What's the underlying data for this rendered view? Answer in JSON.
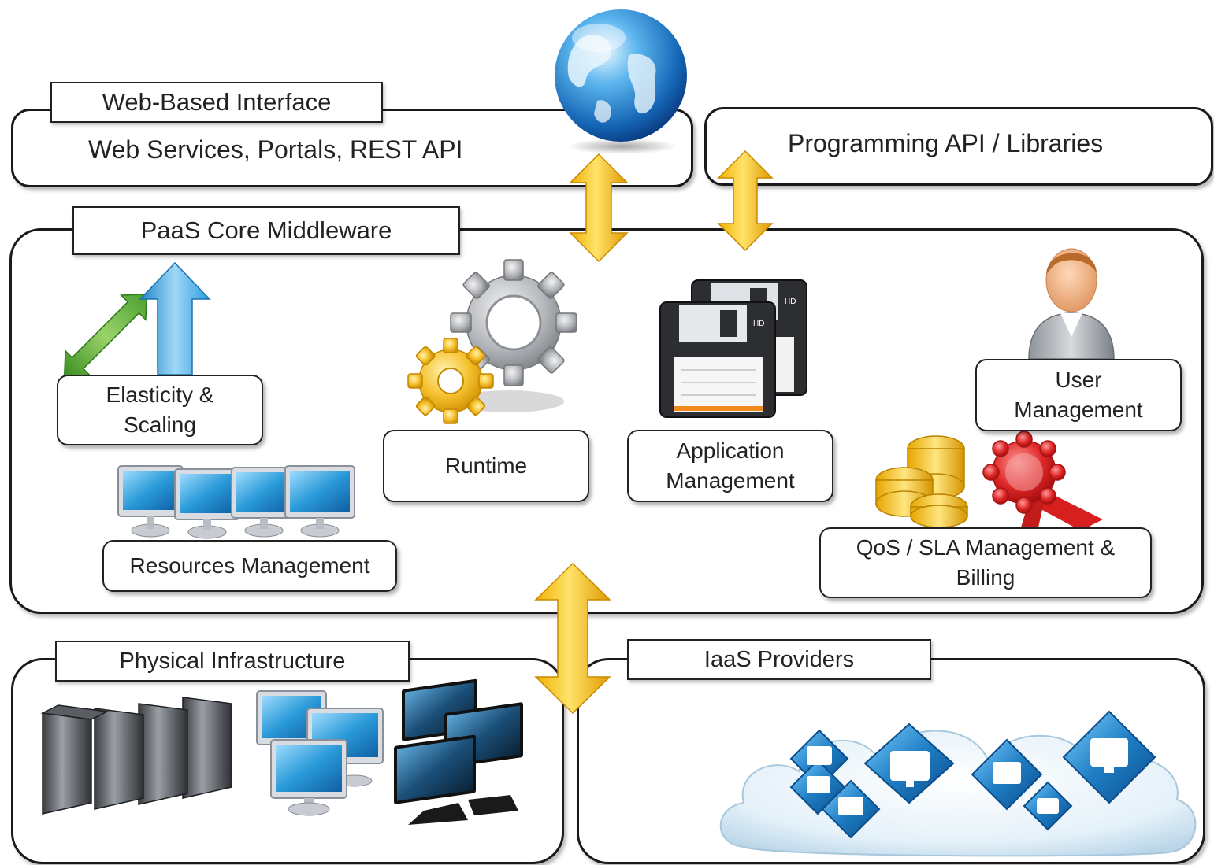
{
  "web_layer": {
    "tab_label": "Web-Based Interface",
    "services_text": "Web Services, Portals, REST API"
  },
  "programming_layer": {
    "text": "Programming API / Libraries"
  },
  "core": {
    "tab_label": "PaaS Core Middleware",
    "components": {
      "elasticity": "Elasticity & Scaling",
      "resources": "Resources Management",
      "runtime": "Runtime",
      "application": "Application Management",
      "user": "User Management",
      "qos": "QoS / SLA Management & Billing"
    }
  },
  "physical": {
    "tab_label": "Physical Infrastructure"
  },
  "iaas": {
    "tab_label": "IaaS Providers"
  },
  "icons": [
    "globe-icon",
    "double-arrow-icon",
    "elasticity-arrows-icon",
    "monitors-icon",
    "gears-icon",
    "floppy-disks-icon",
    "user-icon",
    "coins-icon",
    "award-ribbon-icon",
    "server-towers-icon",
    "cloud-icon"
  ],
  "colors": {
    "arrow_yellow": "#f5c518",
    "border": "#1a1a1a",
    "screen_blue": "#2a9ad8",
    "green_arrow": "#5aa83a",
    "blue_arrow": "#3aa6e0"
  }
}
